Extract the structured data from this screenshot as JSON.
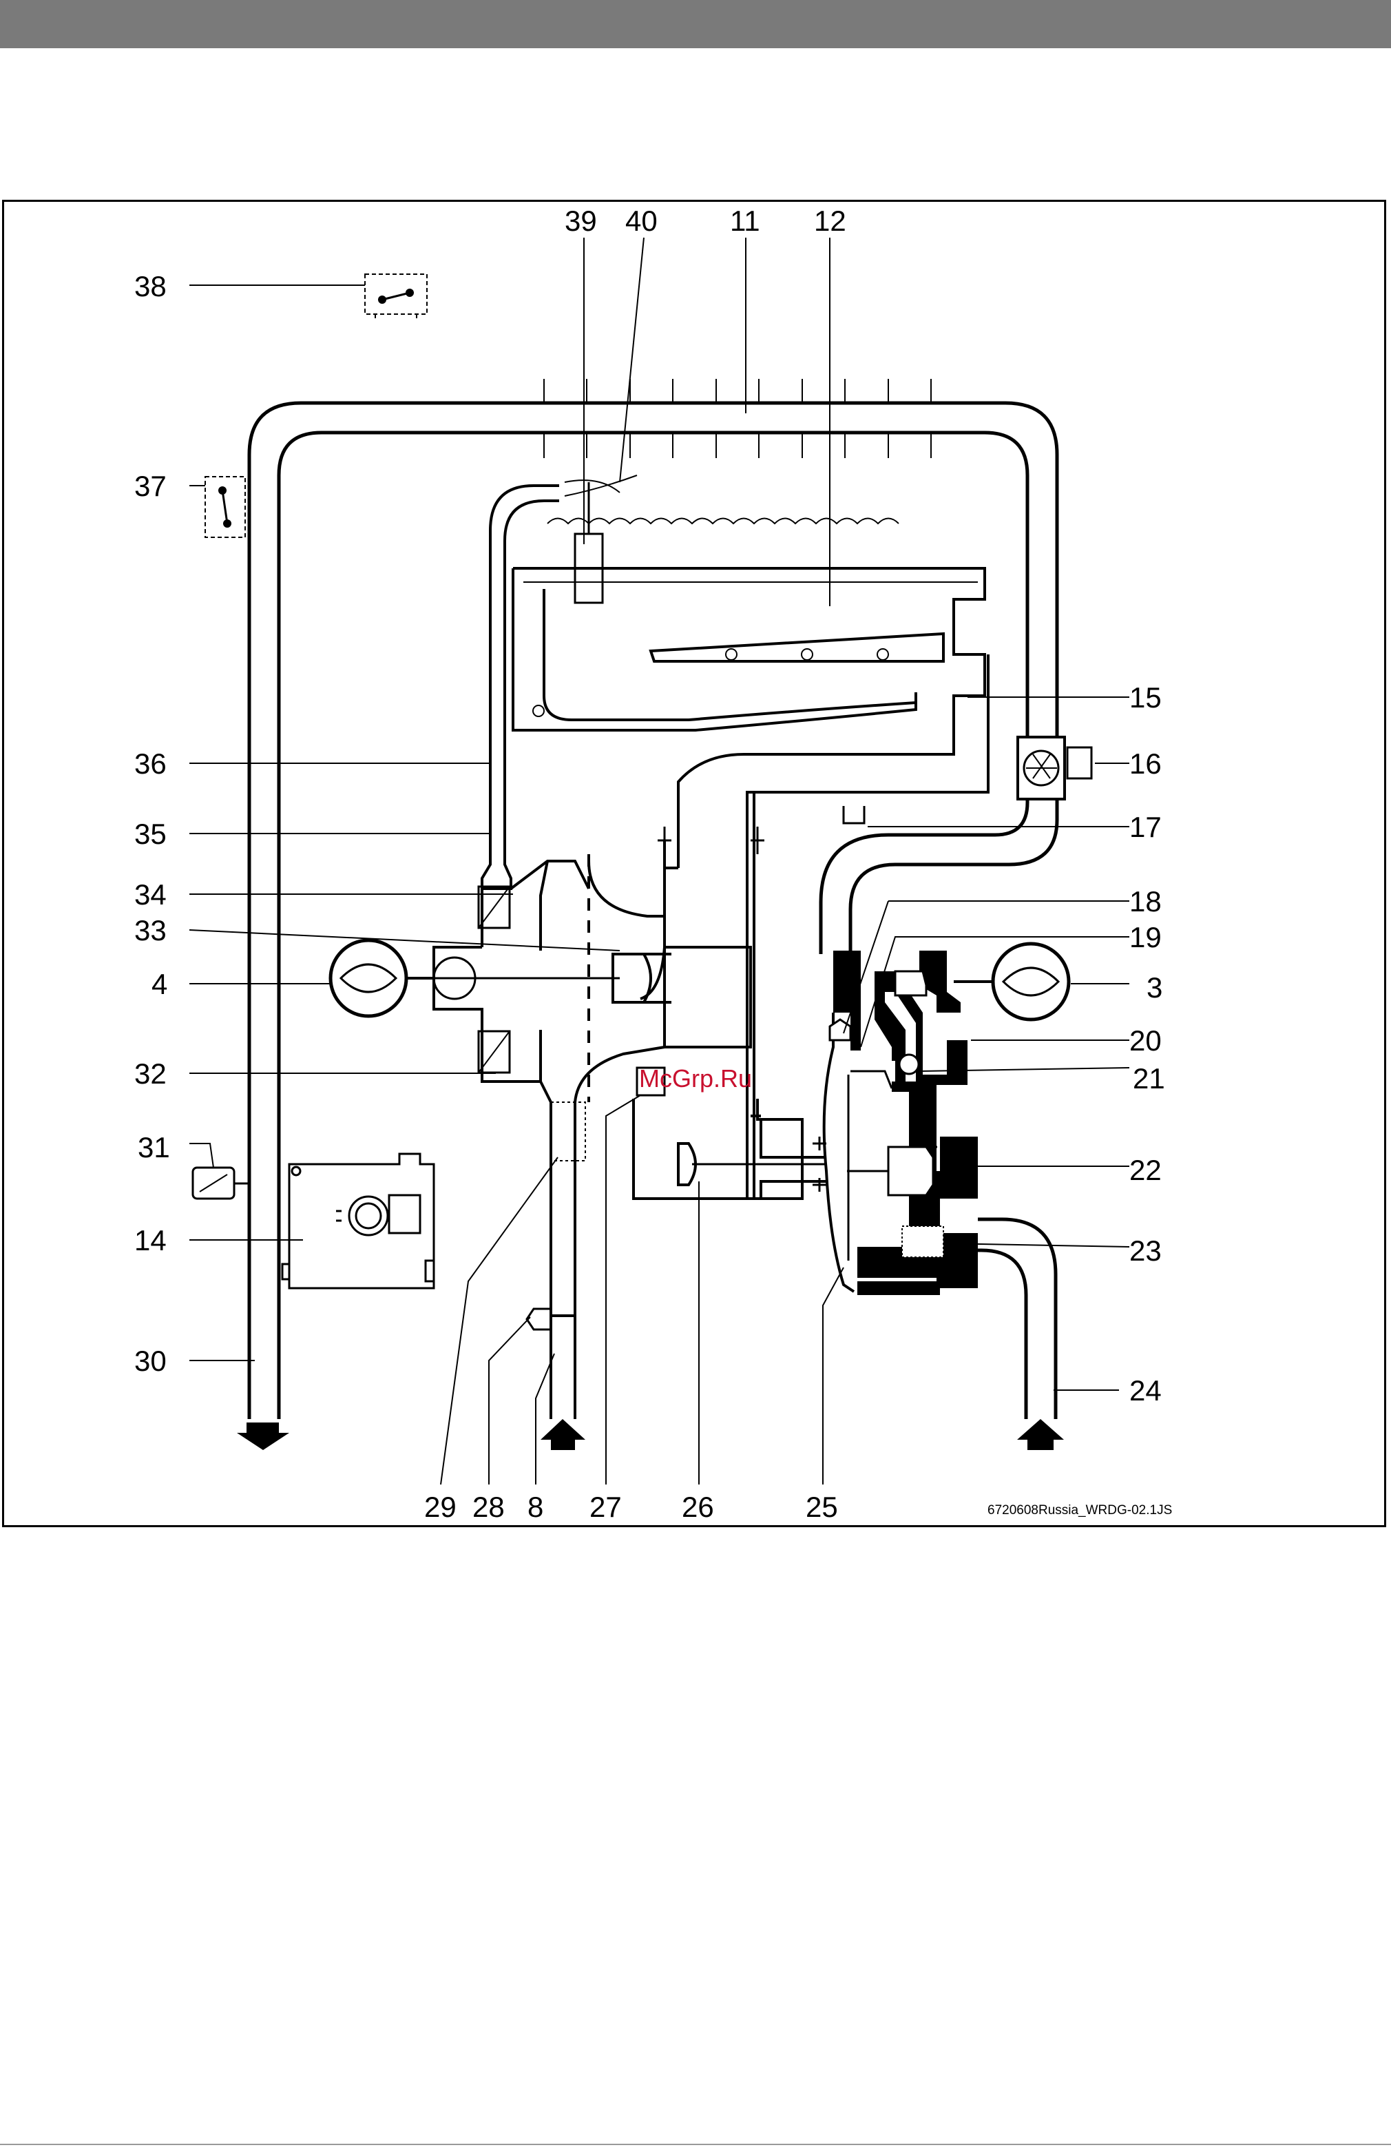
{
  "labels": {
    "n39": "39",
    "n40": "40",
    "n11": "11",
    "n12": "12",
    "n38": "38",
    "n37": "37",
    "n36": "36",
    "n35": "35",
    "n34": "34",
    "n33": "33",
    "n4": "4",
    "n32": "32",
    "n31": "31",
    "n14": "14",
    "n30": "30",
    "n15": "15",
    "n16": "16",
    "n17": "17",
    "n18": "18",
    "n19": "19",
    "n3": "3",
    "n20": "20",
    "n21": "21",
    "n22": "22",
    "n23": "23",
    "n24": "24",
    "n29": "29",
    "n28": "28",
    "n8": "8",
    "n27": "27",
    "n26": "26",
    "n25": "25"
  },
  "drawing_code": "6720608Russia_WRDG-02.1JS",
  "watermark": "McGrp.Ru",
  "colors": {
    "bar": "#7a7a7a",
    "watermark": "#c8102e",
    "line": "#000000"
  }
}
